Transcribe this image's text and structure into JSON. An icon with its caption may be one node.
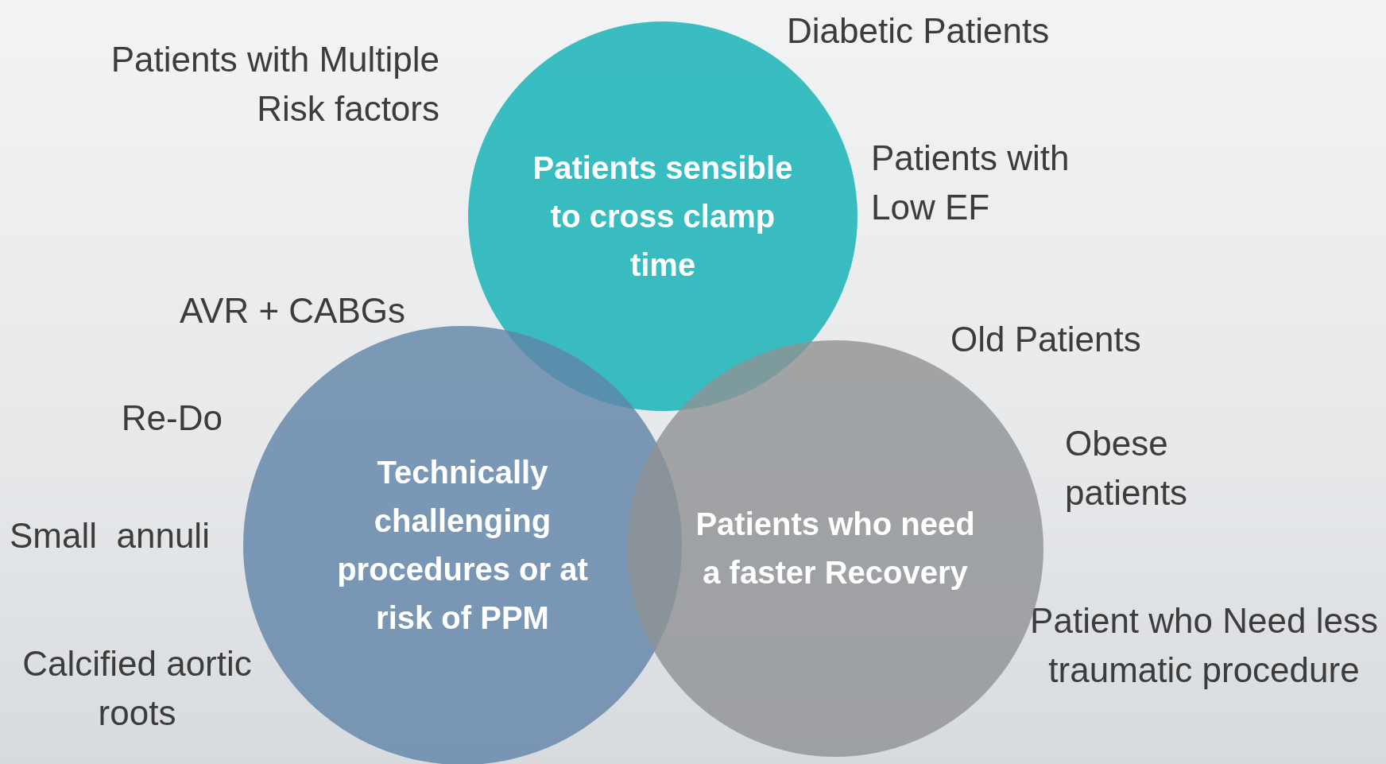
{
  "diagram": {
    "nodes": [
      {
        "text": [
          "Patients sensible to cross clamp time"
        ]
      },
      {
        "text": [
          "Technically challenging procedures or at risk of PPM"
        ]
      },
      {
        "text": [
          "Patients who need a faster Recovery"
        ]
      }
    ],
    "edges": [],
    "labels": [
      "Diabetic Patients",
      "Patients with Multiple Risk factors",
      "Patients with Low EF",
      "AVR + CABGs",
      "Old Patients",
      "Re-Do",
      "Obese patients",
      "Small  annuli",
      "Patient who Need less traumatic procedure",
      "Calcified aortic roots"
    ]
  }
}
